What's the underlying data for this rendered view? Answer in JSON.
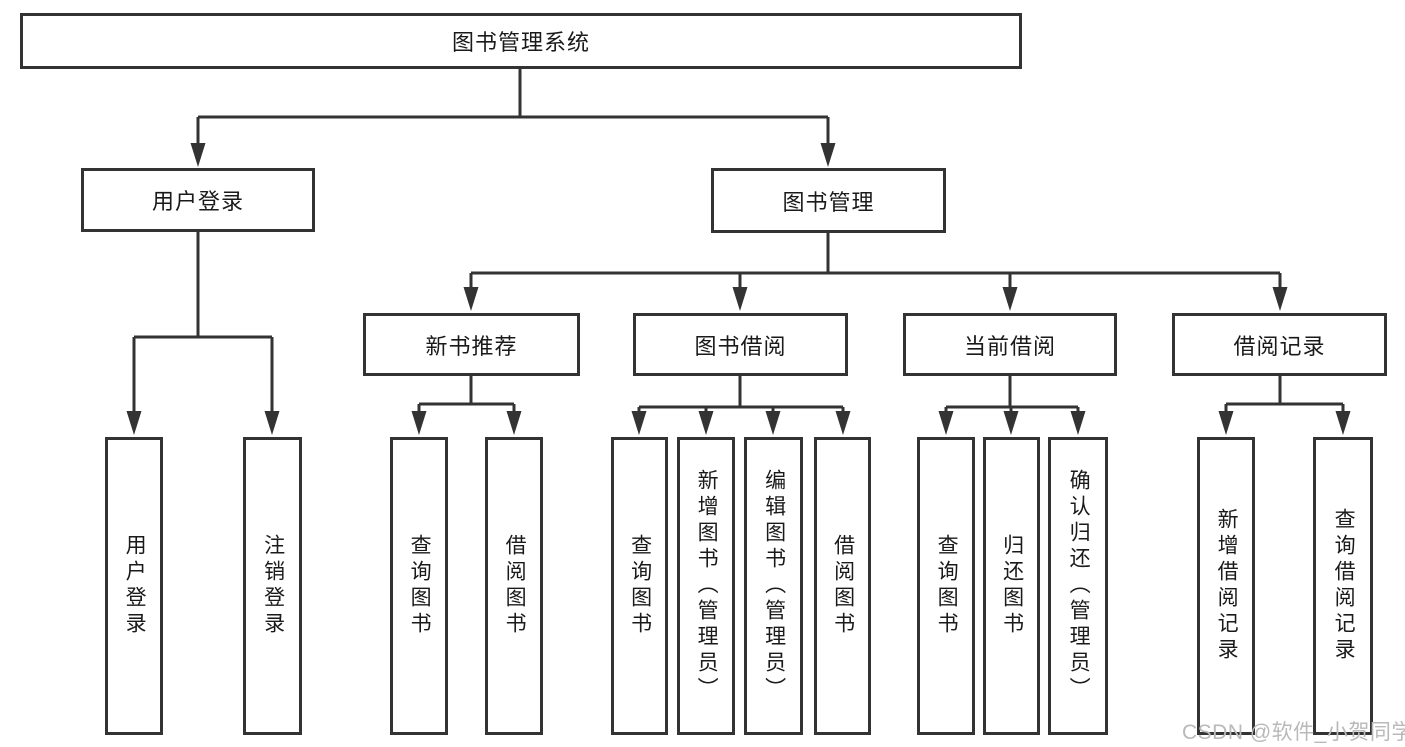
{
  "diagram": {
    "title": "图书管理系统",
    "root": {
      "label": "图书管理系统"
    },
    "branches": [
      {
        "label": "用户登录",
        "children": [
          {
            "label": "用户登录"
          },
          {
            "label": "注销登录"
          }
        ]
      },
      {
        "label": "图书管理",
        "sections": [
          {
            "label": "新书推荐",
            "children": [
              {
                "label": "查询图书"
              },
              {
                "label": "借阅图书"
              }
            ]
          },
          {
            "label": "图书借阅",
            "children": [
              {
                "label": "查询图书"
              },
              {
                "label": "新增图书（管理员）"
              },
              {
                "label": "编辑图书（管理员）"
              },
              {
                "label": "借阅图书"
              }
            ]
          },
          {
            "label": "当前借阅",
            "children": [
              {
                "label": "查询图书"
              },
              {
                "label": "归还图书"
              },
              {
                "label": "确认归还（管理员）"
              }
            ]
          },
          {
            "label": "借阅记录",
            "children": [
              {
                "label": "新增借阅记录"
              },
              {
                "label": "查询借阅记录"
              }
            ]
          }
        ]
      }
    ]
  },
  "watermark": {
    "text": "CSDN @软件_小贺同学",
    "color": "#b9b9b9"
  },
  "colors": {
    "line": "#333333",
    "box_border": "#333333",
    "box_fill": "#ffffff",
    "text": "#1a1a1a",
    "background": "#ffffff"
  }
}
